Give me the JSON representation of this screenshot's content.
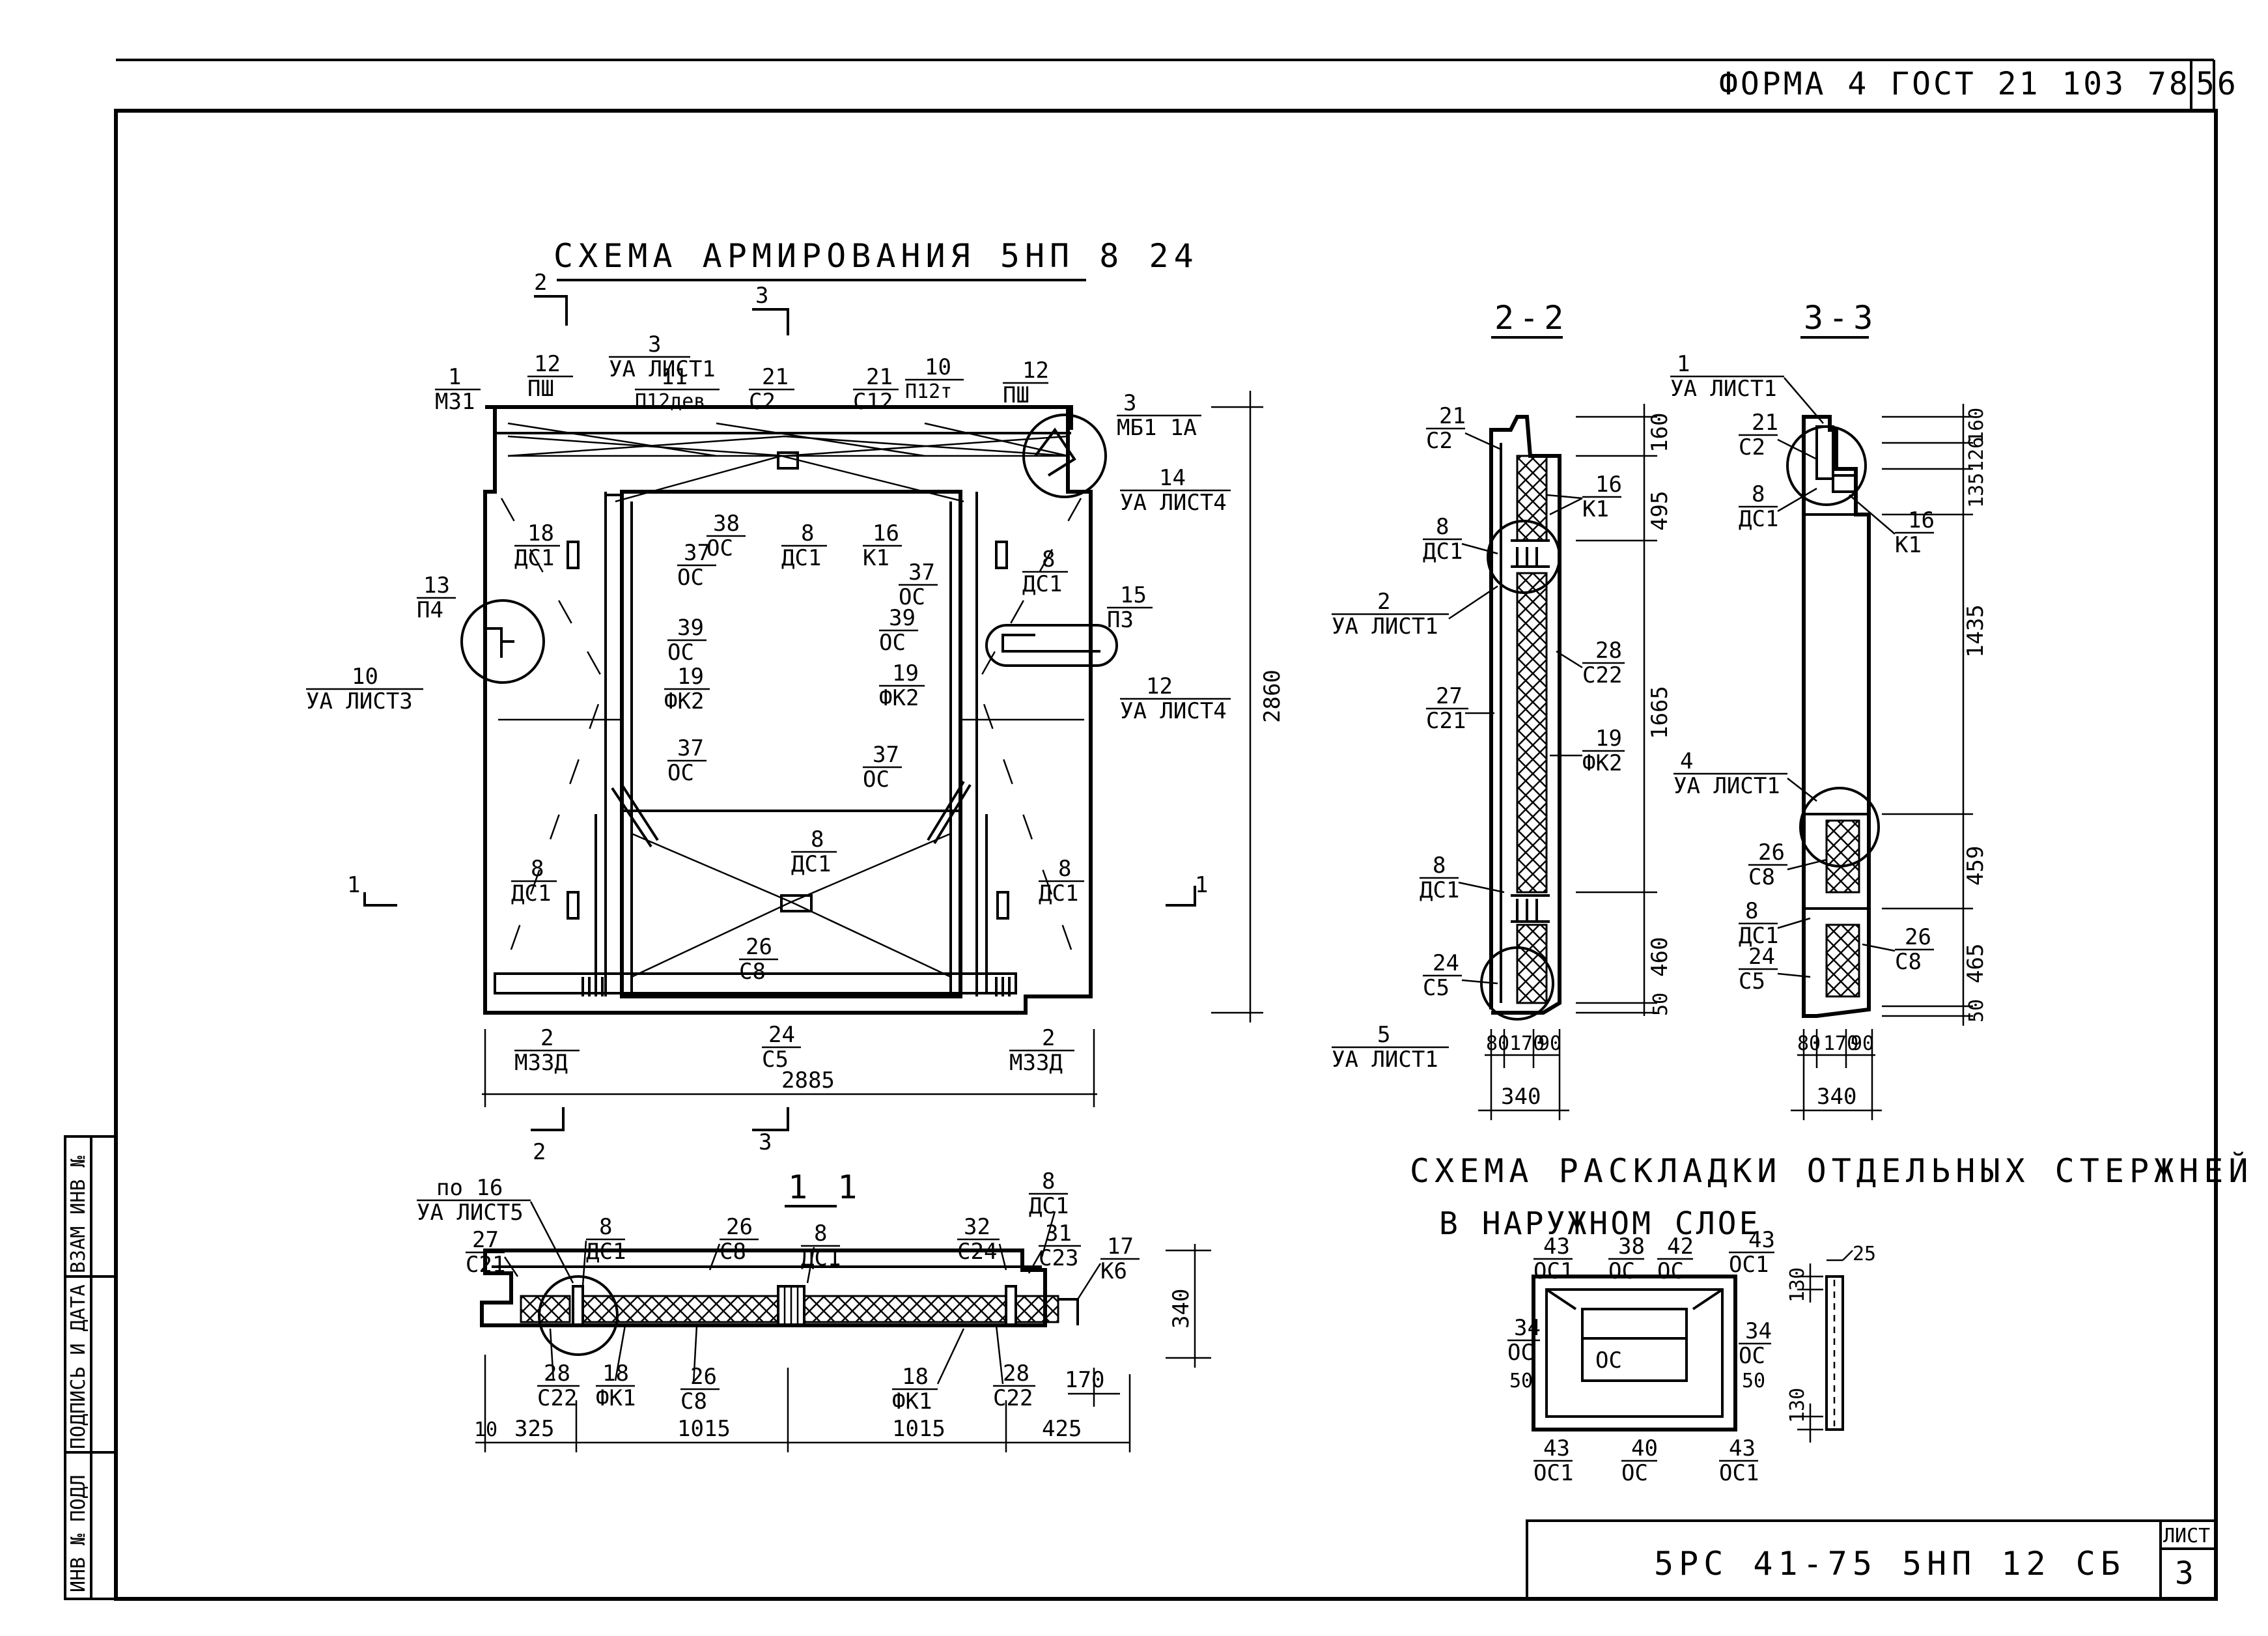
{
  "header": {
    "form": "ФОРМА 4 ГОСТ 21 103 78",
    "page_num": "56"
  },
  "titles": {
    "main": "СХЕМА АРМИРОВАНИЯ 5НП 8 24",
    "sec22": "2-2",
    "sec33": "3-3",
    "sec11": "1 1",
    "layout_line1": "СХЕМА РАСКЛАДКИ ОТДЕЛЬНЫХ СТЕРЖНЕЙ",
    "layout_line2": "В НАРУЖНОМ СЛОЕ"
  },
  "stamp": {
    "code": "5РС 41-75 5НП 12 СБ",
    "sheet_label": "ЛИСТ",
    "sheet_num": "3"
  },
  "side_strip": [
    "ИНВ № ПОДЛ",
    "ПОДПИСЬ И ДАТА",
    "ВЗАМ ИНВ №"
  ],
  "main_labels": {
    "l1": [
      "1",
      "М31"
    ],
    "l12a": [
      "12",
      "ПШ"
    ],
    "l3top": [
      "3",
      "УА ЛИСТ1"
    ],
    "l11": [
      "11",
      "П12дев"
    ],
    "l21a": [
      "21",
      "С2"
    ],
    "l21b": [
      "21",
      "С12"
    ],
    "l10t": [
      "10",
      "П12т"
    ],
    "l12b": [
      "12",
      "ПШ"
    ],
    "l3r": [
      "3",
      "МБ1 1А"
    ],
    "l14": [
      "14",
      "УА ЛИСТ4"
    ],
    "l18": [
      "18",
      "ДС1"
    ],
    "l38": [
      "38",
      "ОС"
    ],
    "l8a": [
      "8",
      "ДС1"
    ],
    "l16": [
      "16",
      "К1"
    ],
    "l37a": [
      "37",
      "ОС"
    ],
    "l37b": [
      "37",
      "ОС"
    ],
    "l8b": [
      "8",
      "ДС1"
    ],
    "l13": [
      "13",
      "П4"
    ],
    "l10b": [
      "10",
      "УА ЛИСТ3"
    ],
    "l39a": [
      "39",
      "ОС"
    ],
    "l19a": [
      "19",
      "ФК2"
    ],
    "l39b": [
      "39",
      "ОС"
    ],
    "l19b": [
      "19",
      "ФК2"
    ],
    "l15": [
      "15",
      "П3"
    ],
    "l12c": [
      "12",
      "УА ЛИСТ4"
    ],
    "l37c": [
      "37",
      "ОС"
    ],
    "l37d": [
      "37",
      "ОС"
    ],
    "l8c": [
      "8",
      "ДС1"
    ],
    "l8d": [
      "8",
      "ДС1"
    ],
    "l8e": [
      "8",
      "ДС1"
    ],
    "l26": [
      "26",
      "С8"
    ],
    "l2a": [
      "2",
      "М33Д"
    ],
    "l24": [
      "24",
      "С5"
    ],
    "l2b": [
      "2",
      "М33Д"
    ],
    "sec_marks": [
      "2",
      "3",
      "1",
      "1",
      "2",
      "3"
    ]
  },
  "dims": {
    "width": "2885",
    "height": "2860",
    "s22": [
      "160",
      "495",
      "1665",
      "460",
      "50",
      "80",
      "170",
      "90",
      "340"
    ],
    "s33": [
      "160",
      "126",
      "135",
      "1435",
      "459",
      "465",
      "50",
      "80",
      "170",
      "90",
      "340"
    ],
    "s11": [
      "10",
      "325",
      "1015",
      "1015",
      "425",
      "340",
      "170"
    ],
    "sl": [
      "130",
      "25",
      "50",
      "50",
      "130"
    ]
  },
  "s22_labels": {
    "a": [
      "21",
      "С2"
    ],
    "b": [
      "16",
      "К1"
    ],
    "c": [
      "8",
      "ДС1"
    ],
    "d": [
      "2",
      "УА ЛИСТ1"
    ],
    "e": [
      "28",
      "С22"
    ],
    "f": [
      "27",
      "С21"
    ],
    "g": [
      "19",
      "ФК2"
    ],
    "h": [
      "8",
      "ДС1"
    ],
    "i": [
      "24",
      "С5"
    ],
    "j": [
      "5",
      "УА ЛИСТ1"
    ]
  },
  "s33_labels": {
    "a": [
      "1",
      "УА ЛИСТ1"
    ],
    "b": [
      "21",
      "С2"
    ],
    "c": [
      "8",
      "ДС1"
    ],
    "d": [
      "16",
      "К1"
    ],
    "e": [
      "4",
      "УА ЛИСТ1"
    ],
    "f": [
      "26",
      "С8"
    ],
    "g": [
      "8",
      "ДС1"
    ],
    "h": [
      "26",
      "С8"
    ],
    "i": [
      "24",
      "С5"
    ]
  },
  "s11_labels": {
    "a": [
      "по 16",
      "УА ЛИСТ5"
    ],
    "b": [
      "27",
      "С21"
    ],
    "c": [
      "8",
      "ДС1"
    ],
    "d": [
      "26",
      "С8"
    ],
    "e": [
      "8",
      "ДС1"
    ],
    "f": [
      "32",
      "С24"
    ],
    "g": [
      "8",
      "ДС1"
    ],
    "h": [
      "31",
      "С23"
    ],
    "i": [
      "17",
      "К6"
    ],
    "j": [
      "28",
      "С22"
    ],
    "k": [
      "18",
      "ФК1"
    ],
    "l": [
      "26",
      "С8"
    ],
    "m": [
      "18",
      "ФК1"
    ],
    "n": [
      "28",
      "С22"
    ]
  },
  "sl_labels": {
    "a": [
      "43",
      "ОС1"
    ],
    "b": [
      "38",
      "ОС"
    ],
    "c": [
      "42",
      "ОС"
    ],
    "d": [
      "43",
      "ОС1"
    ],
    "e": [
      "34",
      "ОС"
    ],
    "f": [
      "34",
      "ОС"
    ],
    "g": [
      "ОС"
    ],
    "h": [
      "43",
      "ОС1"
    ],
    "i": [
      "40",
      "ОС"
    ],
    "j": [
      "43",
      "ОС1"
    ]
  }
}
